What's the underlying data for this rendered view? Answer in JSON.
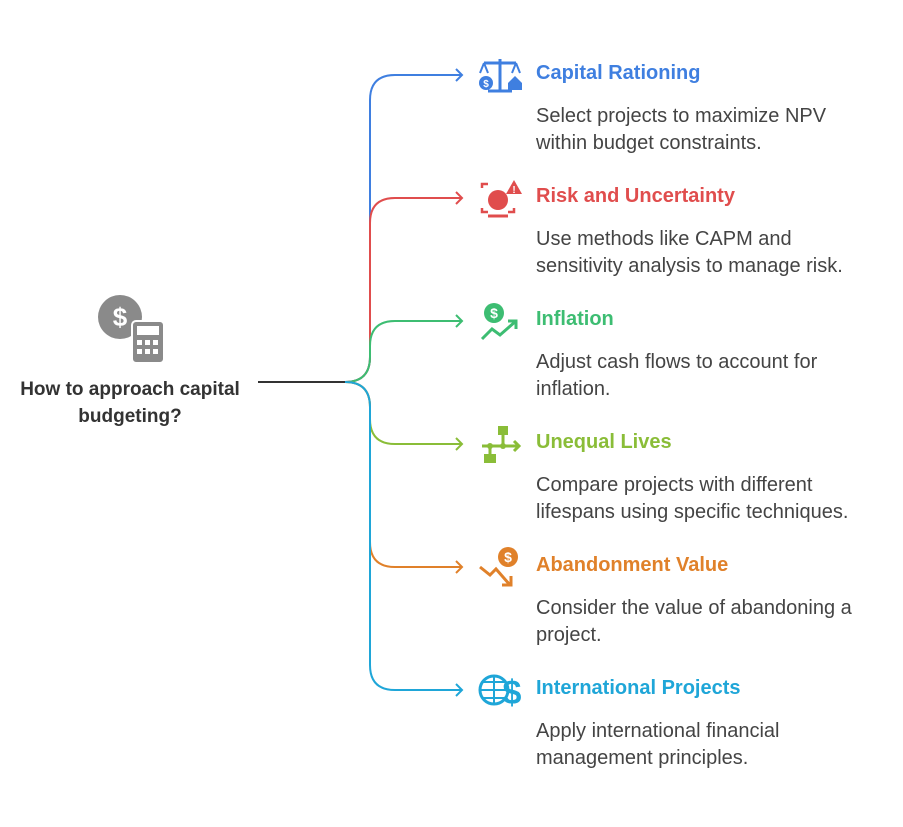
{
  "question": "How to approach capital budgeting?",
  "items": [
    {
      "title": "Capital Rationing",
      "desc": "Select projects to maximize NPV within budget constraints.",
      "color": "#3f7fe0",
      "icon": "scale-icon"
    },
    {
      "title": "Risk and Uncertainty",
      "desc": "Use methods like CAPM and sensitivity analysis to manage risk.",
      "color": "#e04d4d",
      "icon": "risk-globe-warning-icon"
    },
    {
      "title": "Inflation",
      "desc": "Adjust cash flows to account for inflation.",
      "color": "#3dbd72",
      "icon": "dollar-trend-up-icon"
    },
    {
      "title": "Unequal Lives",
      "desc": "Compare projects with different lifespans using specific techniques.",
      "color": "#8abd38",
      "icon": "flowchart-icon"
    },
    {
      "title": "Abandonment Value",
      "desc": "Consider the value of abandoning a project.",
      "color": "#e0812a",
      "icon": "dollar-trend-down-icon"
    },
    {
      "title": "International Projects",
      "desc": "Apply international financial management principles.",
      "color": "#1fa6d8",
      "icon": "globe-dollar-icon"
    }
  ]
}
